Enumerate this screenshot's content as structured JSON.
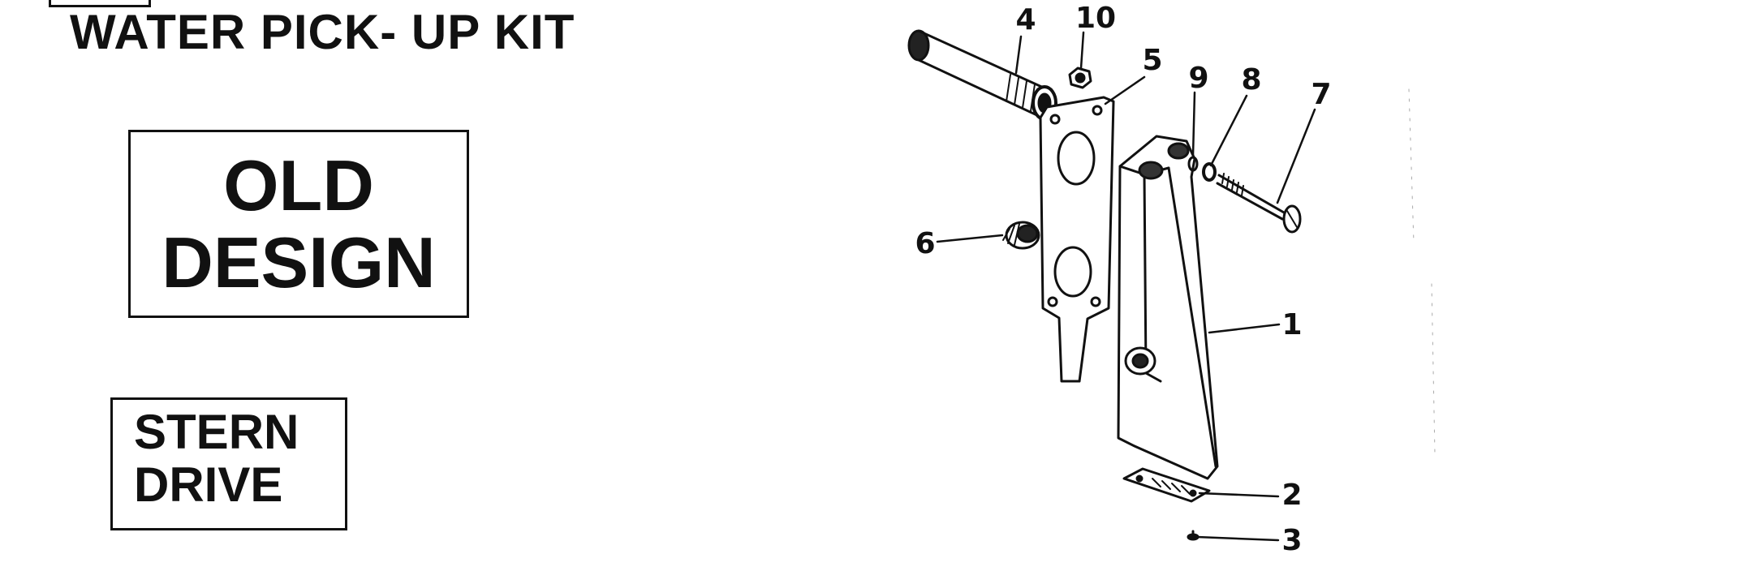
{
  "header": {
    "title": "WATER PICK- UP KIT"
  },
  "labels": {
    "old_design": [
      "OLD",
      "DESIGN"
    ],
    "stern_drive": [
      "STERN",
      "DRIVE"
    ]
  },
  "callouts": {
    "c1": "1",
    "c2": "2",
    "c3": "3",
    "c4": "4",
    "c5": "5",
    "c6": "6",
    "c7": "7",
    "c8": "8",
    "c9": "9",
    "c10": "10"
  }
}
